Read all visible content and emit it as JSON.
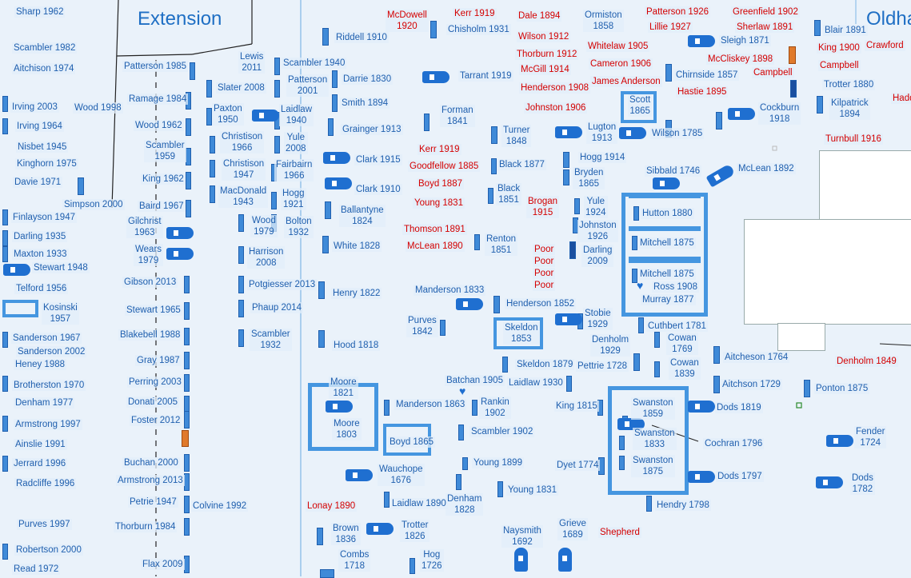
{
  "section_label_extension": "Extension",
  "section_label_oldham": "Oldha",
  "labels": [
    {
      "t": "Sharp 1962",
      "c": "blue"
    },
    {
      "t": "Scambler 1982",
      "c": "blue"
    },
    {
      "t": "Aitchison 1974",
      "c": "blue"
    },
    {
      "t": "Irving 2003",
      "c": "blue"
    },
    {
      "t": "Irving 1964",
      "c": "blue"
    },
    {
      "t": "Nisbet 1945",
      "c": "blue"
    },
    {
      "t": "Kinghorn 1975",
      "c": "blue"
    },
    {
      "t": "Davie 1971",
      "c": "blue"
    },
    {
      "t": "Finlayson 1947",
      "c": "blue"
    },
    {
      "t": "Darling 1935",
      "c": "blue"
    },
    {
      "t": "Maxton 1933",
      "c": "blue"
    },
    {
      "t": "Stewart 1948",
      "c": "blue"
    },
    {
      "t": "Telford 1956",
      "c": "blue"
    },
    {
      "t": "Kosinski\n1957",
      "c": "blue"
    },
    {
      "t": "Sanderson 1967",
      "c": "blue"
    },
    {
      "t": "Sanderson 2002",
      "c": "blue"
    },
    {
      "t": "Heney 1988",
      "c": "blue"
    },
    {
      "t": "Brotherston 1970",
      "c": "blue"
    },
    {
      "t": "Denham 1977",
      "c": "blue"
    },
    {
      "t": "Armstrong 1997",
      "c": "blue"
    },
    {
      "t": "Ainslie 1991",
      "c": "blue"
    },
    {
      "t": "Jerrard 1996",
      "c": "blue"
    },
    {
      "t": "Radcliffe 1996",
      "c": "blue"
    },
    {
      "t": "Purves 1997",
      "c": "blue"
    },
    {
      "t": "Robertson 2000",
      "c": "blue"
    },
    {
      "t": "Read 1972",
      "c": "blue"
    },
    {
      "t": "Wood 1998",
      "c": "blue"
    },
    {
      "t": "Simpson 2000",
      "c": "blue"
    },
    {
      "t": "Patterson 1985",
      "c": "blue"
    },
    {
      "t": "Ramage 1984",
      "c": "blue"
    },
    {
      "t": "Wood 1962",
      "c": "blue"
    },
    {
      "t": "Scambler\n1959",
      "c": "blue"
    },
    {
      "t": "King 1962",
      "c": "blue"
    },
    {
      "t": "Baird 1967",
      "c": "blue"
    },
    {
      "t": "Gilchrist\n1963",
      "c": "blue"
    },
    {
      "t": "Wears\n1979",
      "c": "blue"
    },
    {
      "t": "Gibson 2013",
      "c": "blue"
    },
    {
      "t": "Stewart 1965",
      "c": "blue"
    },
    {
      "t": "Blakebell 1988",
      "c": "blue"
    },
    {
      "t": "Gray 1987",
      "c": "blue"
    },
    {
      "t": "Perring 2003",
      "c": "blue"
    },
    {
      "t": "Donati 2005",
      "c": "blue"
    },
    {
      "t": "Foster 2012",
      "c": "blue"
    },
    {
      "t": "Buchan 2000",
      "c": "blue"
    },
    {
      "t": "Armstrong 2013",
      "c": "blue"
    },
    {
      "t": "Petrie 1947",
      "c": "blue"
    },
    {
      "t": "Thorburn 1984",
      "c": "blue"
    },
    {
      "t": "Flax 2009",
      "c": "blue"
    },
    {
      "t": "Colvine 1992",
      "c": "blue"
    },
    {
      "t": "Lewis\n2011",
      "c": "blue"
    },
    {
      "t": "Slater 2008",
      "c": "blue"
    },
    {
      "t": "Paxton\n1950",
      "c": "blue"
    },
    {
      "t": "Christison\n1966",
      "c": "blue"
    },
    {
      "t": "Christison\n1947",
      "c": "blue"
    },
    {
      "t": "MacDonald\n1943",
      "c": "blue"
    },
    {
      "t": "Wood\n1979",
      "c": "blue"
    },
    {
      "t": "Harrison\n2008",
      "c": "blue"
    },
    {
      "t": "Potgiesser 2013",
      "c": "blue"
    },
    {
      "t": "Phaup 2014",
      "c": "blue"
    },
    {
      "t": "Scambler\n1932",
      "c": "blue"
    },
    {
      "t": "Scambler 1940",
      "c": "blue"
    },
    {
      "t": "Patterson\n2001",
      "c": "blue"
    },
    {
      "t": "Laidlaw\n1940",
      "c": "blue"
    },
    {
      "t": "Yule\n2008",
      "c": "blue"
    },
    {
      "t": "Fairbairn\n1966",
      "c": "blue"
    },
    {
      "t": "Hogg\n1921",
      "c": "blue"
    },
    {
      "t": "Bolton\n1932",
      "c": "blue"
    },
    {
      "t": "Riddell 1910",
      "c": "blue"
    },
    {
      "t": "Darrie 1830",
      "c": "blue"
    },
    {
      "t": "Smith 1894",
      "c": "blue"
    },
    {
      "t": "Grainger 1913",
      "c": "blue"
    },
    {
      "t": "Clark 1915",
      "c": "blue"
    },
    {
      "t": "Clark 1910",
      "c": "blue"
    },
    {
      "t": "Ballantyne\n1824",
      "c": "blue"
    },
    {
      "t": "White 1828",
      "c": "blue"
    },
    {
      "t": "Henry 1822",
      "c": "blue"
    },
    {
      "t": "Hood 1818",
      "c": "blue"
    },
    {
      "t": "McDowell\n1920",
      "c": "red"
    },
    {
      "t": "Kerr 1919",
      "c": "red"
    },
    {
      "t": "Dale 1894",
      "c": "red"
    },
    {
      "t": "Chisholm 1931",
      "c": "blue"
    },
    {
      "t": "Wilson 1912",
      "c": "red"
    },
    {
      "t": "Thorburn 1912",
      "c": "red"
    },
    {
      "t": "McGill 1914",
      "c": "red"
    },
    {
      "t": "Henderson 1908",
      "c": "red"
    },
    {
      "t": "Johnston 1906",
      "c": "red"
    },
    {
      "t": "Tarrant 1919",
      "c": "blue"
    },
    {
      "t": "Forman\n1841",
      "c": "blue"
    },
    {
      "t": "Turner\n1848",
      "c": "blue"
    },
    {
      "t": "Kerr 1919",
      "c": "red"
    },
    {
      "t": "Goodfellow 1885",
      "c": "red"
    },
    {
      "t": "Black 1877",
      "c": "blue"
    },
    {
      "t": "Boyd 1887",
      "c": "red"
    },
    {
      "t": "Black\n1851",
      "c": "blue"
    },
    {
      "t": "Young 1831",
      "c": "red"
    },
    {
      "t": "Brogan\n1915",
      "c": "red"
    },
    {
      "t": "Thomson 1891",
      "c": "red"
    },
    {
      "t": "McLean 1890",
      "c": "red"
    },
    {
      "t": "Renton\n1851",
      "c": "blue"
    },
    {
      "t": "Poor",
      "c": "red"
    },
    {
      "t": "Poor",
      "c": "red"
    },
    {
      "t": "Poor",
      "c": "red"
    },
    {
      "t": "Poor",
      "c": "red"
    },
    {
      "t": "Manderson 1833",
      "c": "blue"
    },
    {
      "t": "Henderson 1852",
      "c": "blue"
    },
    {
      "t": "Purves\n1842",
      "c": "blue"
    },
    {
      "t": "Skeldon\n1853",
      "c": "blue"
    },
    {
      "t": "Skeldon 1879",
      "c": "blue"
    },
    {
      "t": "Batchan 1905",
      "c": "blue"
    },
    {
      "t": "Laidlaw 1930",
      "c": "blue"
    },
    {
      "t": "Rankin\n1902",
      "c": "blue"
    },
    {
      "t": "Moore\n1821",
      "c": "blue"
    },
    {
      "t": "Moore\n1803",
      "c": "blue"
    },
    {
      "t": "Manderson 1863",
      "c": "blue"
    },
    {
      "t": "Boyd 1865",
      "c": "blue"
    },
    {
      "t": "Scambler 1902",
      "c": "blue"
    },
    {
      "t": "Wauchope\n1676",
      "c": "blue"
    },
    {
      "t": "Young 1899",
      "c": "blue"
    },
    {
      "t": "Young 1831",
      "c": "blue"
    },
    {
      "t": "Denham\n1828",
      "c": "blue"
    },
    {
      "t": "Laidlaw 1890",
      "c": "blue"
    },
    {
      "t": "Lonay 1890",
      "c": "red"
    },
    {
      "t": "Brown\n1836",
      "c": "blue"
    },
    {
      "t": "Trotter\n1826",
      "c": "blue"
    },
    {
      "t": "Combs\n1718",
      "c": "blue"
    },
    {
      "t": "Hog\n1726",
      "c": "blue"
    },
    {
      "t": "Naysmith\n1692",
      "c": "blue"
    },
    {
      "t": "Grieve\n1689",
      "c": "blue"
    },
    {
      "t": "Shepherd",
      "c": "red"
    },
    {
      "t": "Ormiston\n1858",
      "c": "blue"
    },
    {
      "t": "Whitelaw 1905",
      "c": "red"
    },
    {
      "t": "Cameron 1906",
      "c": "red"
    },
    {
      "t": "James Anderson",
      "c": "red"
    },
    {
      "t": "Scott\n1865",
      "c": "blue"
    },
    {
      "t": "Lugton\n1913",
      "c": "blue"
    },
    {
      "t": "Wilson 1785",
      "c": "blue"
    },
    {
      "t": "Hogg 1914",
      "c": "blue"
    },
    {
      "t": "Bryden\n1865",
      "c": "blue"
    },
    {
      "t": "Yule\n1924",
      "c": "blue"
    },
    {
      "t": "Johnston\n1926",
      "c": "blue"
    },
    {
      "t": "Darling\n2009",
      "c": "blue"
    },
    {
      "t": "Stobie\n1929",
      "c": "blue"
    },
    {
      "t": "Denholm\n1929",
      "c": "blue"
    },
    {
      "t": "Pettrie 1728",
      "c": "blue"
    },
    {
      "t": "King 1815",
      "c": "blue"
    },
    {
      "t": "Dyet 1774",
      "c": "blue"
    },
    {
      "t": "Patterson 1926",
      "c": "red"
    },
    {
      "t": "Lillie 1927",
      "c": "red"
    },
    {
      "t": "Greenfield 1902",
      "c": "red"
    },
    {
      "t": "Sherlaw 1891",
      "c": "red"
    },
    {
      "t": "Sleigh 1871",
      "c": "blue"
    },
    {
      "t": "McCliskey 1898",
      "c": "red"
    },
    {
      "t": "Chirnside 1857",
      "c": "blue"
    },
    {
      "t": "Campbell",
      "c": "red"
    },
    {
      "t": "Hastie 1895",
      "c": "red"
    },
    {
      "t": "Cockburn\n1918",
      "c": "blue"
    },
    {
      "t": "Sibbald 1746",
      "c": "blue"
    },
    {
      "t": "McLean 1892",
      "c": "blue"
    },
    {
      "t": "Hutton 1880",
      "c": "blue"
    },
    {
      "t": "Mitchell 1875",
      "c": "blue"
    },
    {
      "t": "Mitchell 1875",
      "c": "blue"
    },
    {
      "t": "Ross 1908",
      "c": "blue"
    },
    {
      "t": "Murray 1877",
      "c": "blue"
    },
    {
      "t": "Cuthbert 1781",
      "c": "blue"
    },
    {
      "t": "Cowan\n1769",
      "c": "blue"
    },
    {
      "t": "Cowan\n1839",
      "c": "blue"
    },
    {
      "t": "Aitcheson 1764",
      "c": "blue"
    },
    {
      "t": "Aitchson 1729",
      "c": "blue"
    },
    {
      "t": "Swanston\n1859",
      "c": "blue"
    },
    {
      "t": "Swanston\n1833",
      "c": "blue"
    },
    {
      "t": "Swanston\n1875",
      "c": "blue"
    },
    {
      "t": "Dods 1819",
      "c": "blue"
    },
    {
      "t": "Cochran 1796",
      "c": "blue"
    },
    {
      "t": "Dods 1797",
      "c": "blue"
    },
    {
      "t": "Hendry 1798",
      "c": "blue"
    },
    {
      "t": "Blair 1891",
      "c": "blue"
    },
    {
      "t": "King 1900",
      "c": "red"
    },
    {
      "t": "Crawford",
      "c": "red"
    },
    {
      "t": "Campbell",
      "c": "red"
    },
    {
      "t": "Trotter 1880",
      "c": "blue"
    },
    {
      "t": "Kilpatrick\n1894",
      "c": "blue"
    },
    {
      "t": "Hadd",
      "c": "red"
    },
    {
      "t": "Turnbull 1916",
      "c": "red"
    },
    {
      "t": "Denholm 1849",
      "c": "red"
    },
    {
      "t": "Ponton 1875",
      "c": "blue"
    },
    {
      "t": "Fender\n1724",
      "c": "blue"
    },
    {
      "t": "Dods\n1782",
      "c": "blue"
    }
  ]
}
